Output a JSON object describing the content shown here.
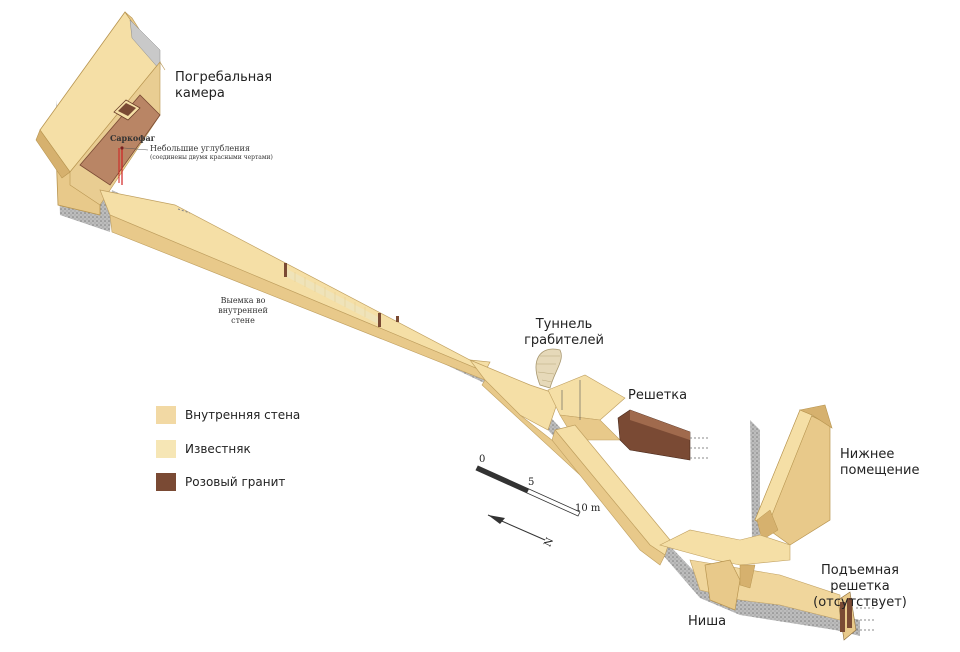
{
  "labels": {
    "burial_chamber": [
      "Погребальная",
      "камера"
    ],
    "sarcophagus": "Саркофаг",
    "small_recesses": "Небольшие углубления",
    "small_recesses_note": "(соединены двумя красными чертами)",
    "notch": [
      "Выемка во",
      "внутренней стене"
    ],
    "robbers_tunnel": [
      "Туннель",
      "грабителей"
    ],
    "grate": "Решетка",
    "lower_room": [
      "Нижнее",
      "помещение"
    ],
    "portcullis": [
      "Подъемная решетка",
      "(отсутствует)"
    ],
    "niche": "Ниша"
  },
  "legend": [
    {
      "label": "Внутренняя стена",
      "color": "#f2d9a4"
    },
    {
      "label": "Известняк",
      "color": "#f6e6b5"
    },
    {
      "label": "Розовый гранит",
      "color": "#7a4a34"
    }
  ],
  "scale": {
    "ticks": [
      "0",
      "5",
      "10 m"
    ],
    "north": "N"
  },
  "colors": {
    "wall_top": "#f5dfa6",
    "wall_side": "#e8c98a",
    "wall_dark": "#d6b16e",
    "granite": "#7a4a34",
    "granite_light": "#a06a4d",
    "chamber_floor": "#b98565",
    "rock": "#a9a9a9"
  }
}
